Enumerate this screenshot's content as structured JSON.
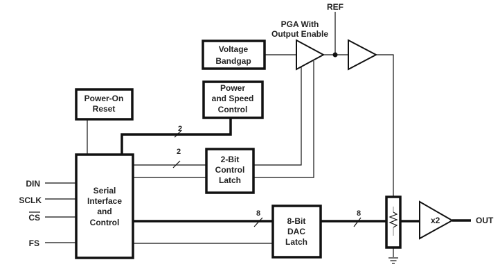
{
  "diagram": {
    "title": "DAC functional block diagram",
    "blocks": {
      "voltage_bandgap": [
        "Voltage",
        "Bandgap"
      ],
      "power_on_reset": [
        "Power-On",
        "Reset"
      ],
      "power_speed_control": [
        "Power",
        "and Speed",
        "Control"
      ],
      "control_latch": [
        "2-Bit",
        "Control",
        "Latch"
      ],
      "serial_interface": [
        "Serial",
        "Interface",
        "and",
        "Control"
      ],
      "dac_latch": [
        "8-Bit",
        "DAC",
        "Latch"
      ]
    },
    "pga_label": [
      "PGA With",
      "Output Enable"
    ],
    "ref_label": "REF",
    "gain_label": "x2",
    "pins": {
      "din": "DIN",
      "sclk": "SCLK",
      "cs": "CS",
      "fs": "FS",
      "out": "OUT"
    },
    "bus_widths": {
      "power_bus": "2",
      "control_bus": "2",
      "dac_in_bus": "8",
      "dac_out_bus": "8"
    }
  }
}
